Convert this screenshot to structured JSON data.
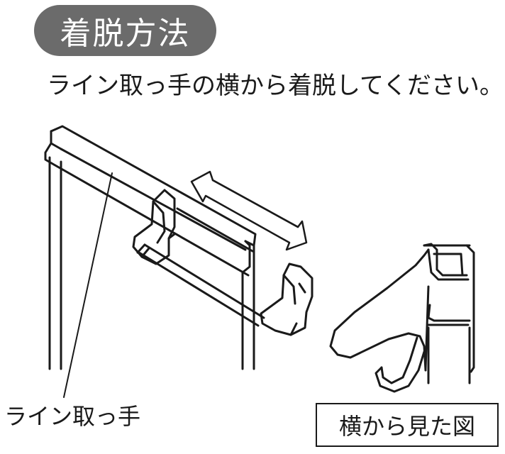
{
  "title": "着脱方法",
  "instruction": "ライン取っ手の横から着脱してください。",
  "labels": {
    "line_handle": "ライン取っ手",
    "side_view": "横から見た図"
  },
  "colors": {
    "title_background": "#6b6b6b",
    "title_text": "#ffffff",
    "line": "#1a1a1a",
    "background": "#ffffff"
  }
}
